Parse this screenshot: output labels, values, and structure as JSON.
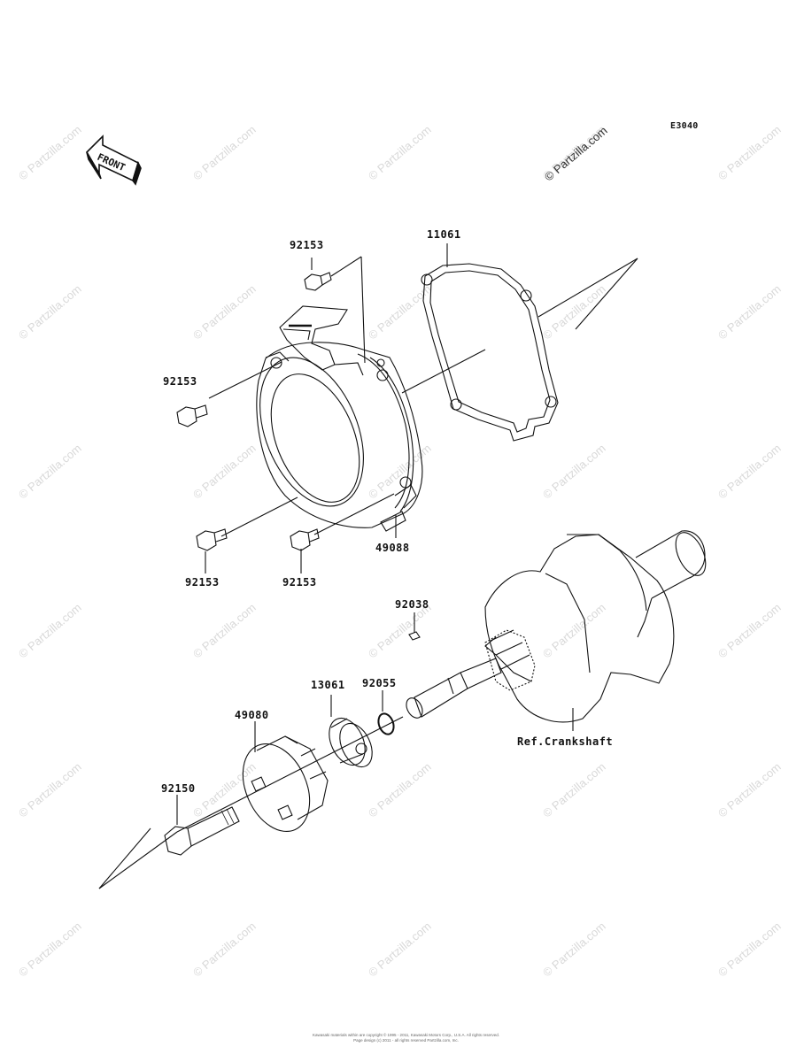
{
  "diagram_code": "E3040",
  "watermark_text": "© Partzilla.com",
  "front_arrow_text": "FRONT",
  "part_labels": {
    "p92153_top": "92153",
    "p11061": "11061",
    "p92153_left": "92153",
    "p49088": "49088",
    "p92153_bottom_left": "92153",
    "p92153_bottom_mid": "92153",
    "p92038": "92038",
    "p13061": "13061",
    "p92055": "92055",
    "p49080": "49080",
    "p92150": "92150",
    "ref_crankshaft": "Ref.Crankshaft"
  },
  "footer": {
    "line1": "Kawasaki materials within are copyright © 1995 - 2011, Kawasaki Motors Corp., U.S.A. All rights reserved.",
    "line2": "Page design (c) 2011 - all rights reserved Partzilla.com, Inc."
  }
}
